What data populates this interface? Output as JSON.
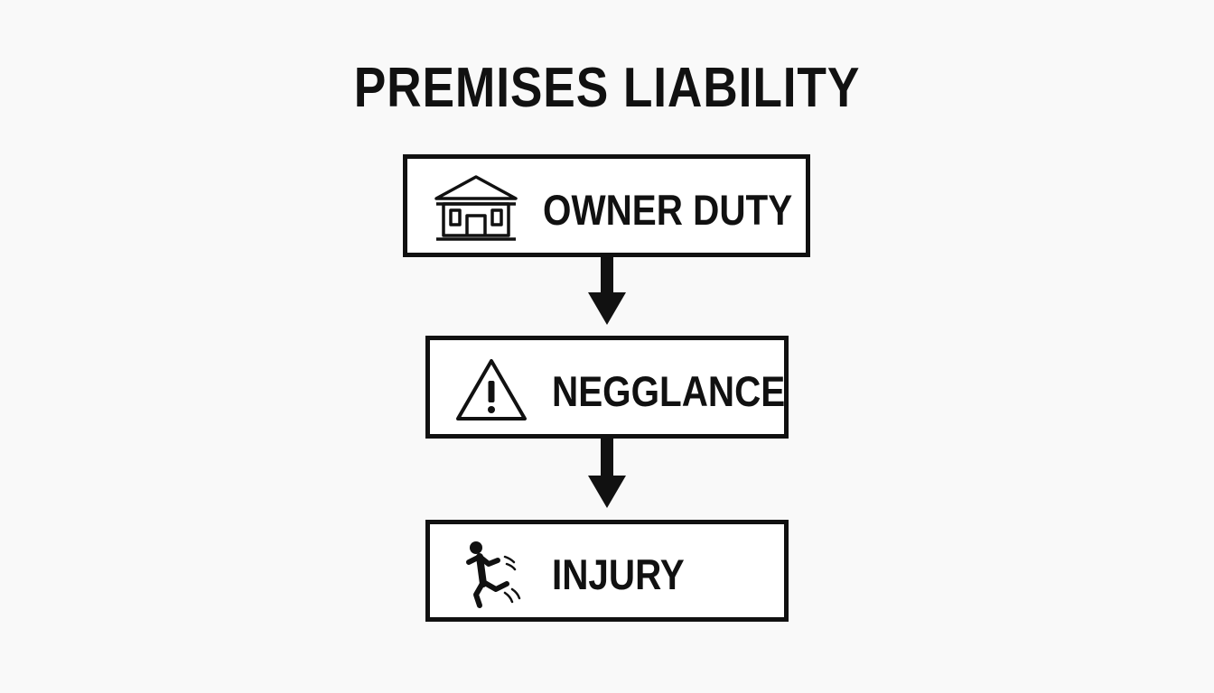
{
  "title": "PREMISES LIABILITY",
  "steps": [
    {
      "label": "OWNER DUTY",
      "icon": "house-icon"
    },
    {
      "label": "NEGGLANCE",
      "icon": "warning-icon"
    },
    {
      "label": "INJURY",
      "icon": "falling-person-icon"
    }
  ],
  "colors": {
    "stroke": "#111111",
    "background": "#f9f9f9",
    "box": "#ffffff"
  }
}
